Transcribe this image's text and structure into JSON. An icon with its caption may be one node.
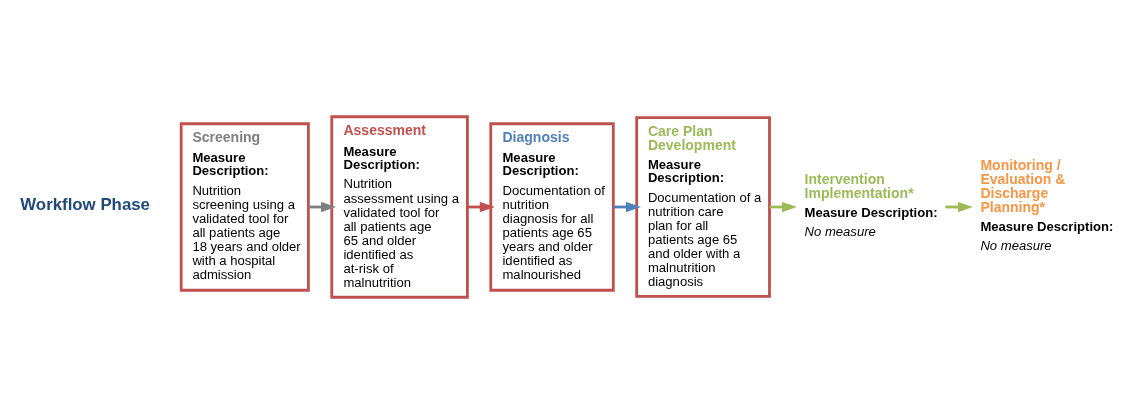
{
  "diagram": {
    "nodes": [
      {
        "text": [
          "Screening",
          "Measure Description:",
          "Nutrition screening using a validated tool for all patients age 18 years and older with a hospital admission"
        ]
      },
      {
        "text": [
          "Assessment",
          "Measure Description:",
          "Nutrition assessment using a validated tool for all patients age 65 and older identified as at-risk of malnutrition"
        ]
      },
      {
        "text": [
          "Diagnosis",
          "Measure Description:",
          "Documentation of nutrition diagnosis for all patients age 65 years and older identified as malnourished"
        ]
      },
      {
        "text": [
          "Care Plan Development",
          "Measure Description:",
          "Documentation of a nutrition care plan for all patients age 65 and older with a malnutrition diagnosis"
        ]
      },
      {
        "text": [
          "Intervention Implementation*",
          "Measure Description:",
          "No measure"
        ]
      },
      {
        "text": [
          "Monitoring / Evaluation & Discharge Planning*",
          "Measure Description:",
          "No measure"
        ]
      }
    ],
    "edges": [
      {
        "from": 0,
        "to": 1,
        "arrow": "to",
        "color": "#7f7f7f"
      },
      {
        "from": 1,
        "to": 2,
        "arrow": "to",
        "color": "#c0504d"
      },
      {
        "from": 2,
        "to": 3,
        "arrow": "to",
        "color": "#4f81bd"
      },
      {
        "from": 3,
        "to": 4,
        "arrow": "to",
        "color": "#9bbb59"
      },
      {
        "from": 4,
        "to": 5,
        "arrow": "to",
        "color": "#9bbb59"
      }
    ],
    "labels": [
      "Workflow Phase"
    ]
  }
}
